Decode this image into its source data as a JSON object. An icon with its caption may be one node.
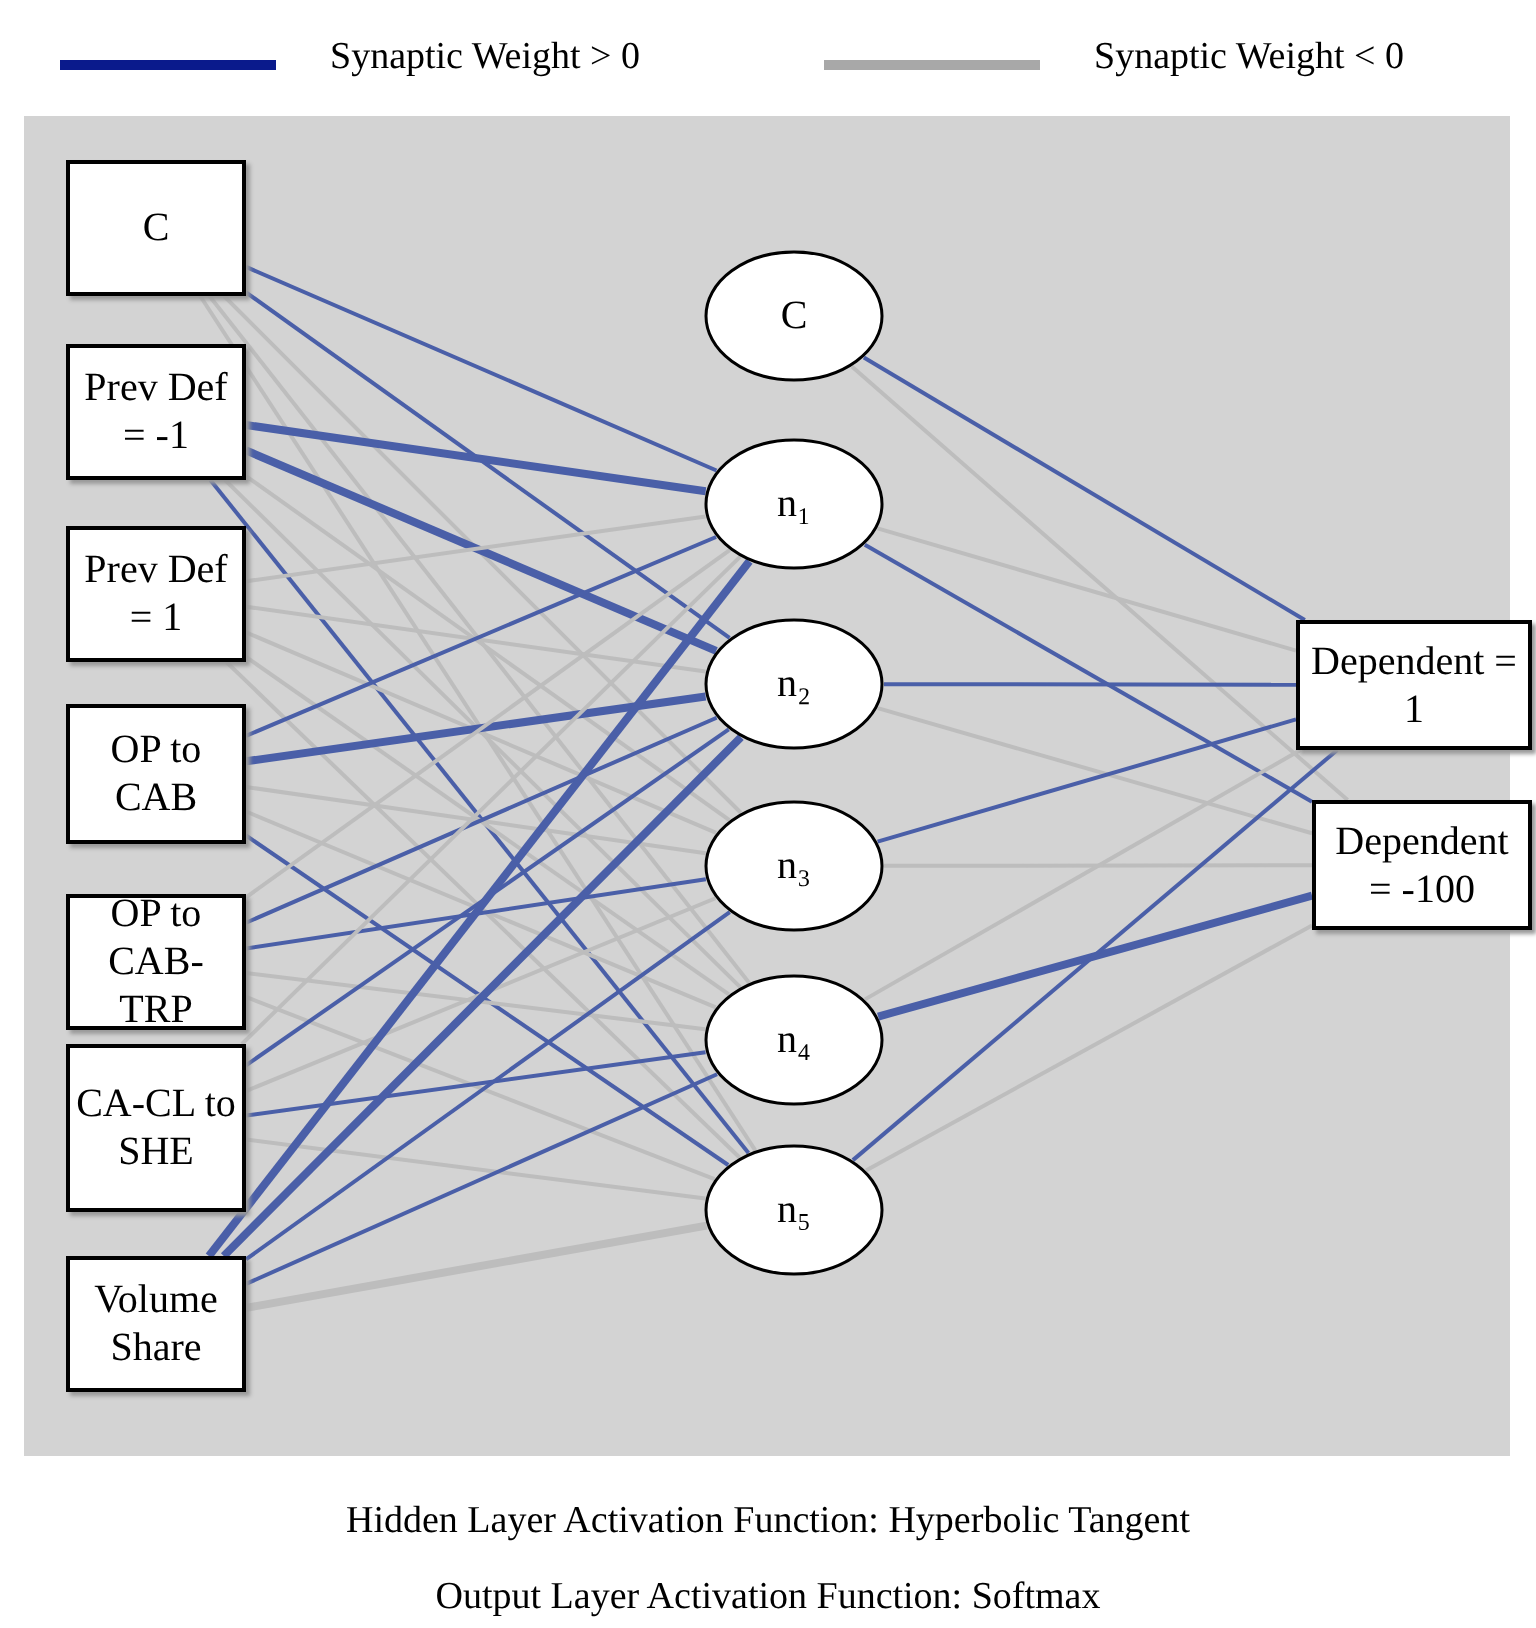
{
  "diagram": {
    "nodes": [
      {
        "text": [
          "C"
        ]
      },
      {
        "text": [
          "Prev Def = -1"
        ]
      },
      {
        "text": [
          "Prev Def = 1"
        ]
      },
      {
        "text": [
          "OP to CAB"
        ]
      },
      {
        "text": [
          "OP to CAB-TRP"
        ]
      },
      {
        "text": [
          "CA-CL to SHE"
        ]
      },
      {
        "text": [
          "Volume Share"
        ]
      },
      {
        "text": [
          "C"
        ]
      },
      {
        "text": [
          "n₁"
        ]
      },
      {
        "text": [
          "n₂"
        ]
      },
      {
        "text": [
          "n₃"
        ]
      },
      {
        "text": [
          "n₄"
        ]
      },
      {
        "text": [
          "n₅"
        ]
      },
      {
        "text": [
          "Dependent = 1"
        ]
      },
      {
        "text": [
          "Dependent = -100"
        ]
      }
    ],
    "edges": [
      {
        "from": 0,
        "to": 8,
        "arrow": "none",
        "color": "#4a5fa8"
      },
      {
        "from": 0,
        "to": 9,
        "arrow": "none",
        "color": "#4a5fa8"
      },
      {
        "from": 0,
        "to": 10,
        "arrow": "none"
      },
      {
        "from": 0,
        "to": 11,
        "arrow": "none"
      },
      {
        "from": 0,
        "to": 12,
        "arrow": "none"
      },
      {
        "from": 1,
        "to": 8,
        "arrow": "none",
        "style": "thick",
        "color": "#4a5fa8"
      },
      {
        "from": 1,
        "to": 9,
        "arrow": "none",
        "style": "thick",
        "color": "#4a5fa8"
      },
      {
        "from": 1,
        "to": 10,
        "arrow": "none"
      },
      {
        "from": 1,
        "to": 11,
        "arrow": "none"
      },
      {
        "from": 1,
        "to": 12,
        "arrow": "none",
        "color": "#4a5fa8"
      },
      {
        "from": 2,
        "to": 8,
        "arrow": "none"
      },
      {
        "from": 2,
        "to": 9,
        "arrow": "none"
      },
      {
        "from": 2,
        "to": 10,
        "arrow": "none"
      },
      {
        "from": 2,
        "to": 11,
        "arrow": "none"
      },
      {
        "from": 2,
        "to": 12,
        "arrow": "none"
      },
      {
        "from": 3,
        "to": 8,
        "arrow": "none",
        "color": "#4a5fa8"
      },
      {
        "from": 3,
        "to": 9,
        "arrow": "none",
        "style": "thick",
        "color": "#4a5fa8"
      },
      {
        "from": 3,
        "to": 10,
        "arrow": "none"
      },
      {
        "from": 3,
        "to": 11,
        "arrow": "none"
      },
      {
        "from": 3,
        "to": 12,
        "arrow": "none",
        "color": "#4a5fa8"
      },
      {
        "from": 4,
        "to": 8,
        "arrow": "none"
      },
      {
        "from": 4,
        "to": 9,
        "arrow": "none",
        "color": "#4a5fa8"
      },
      {
        "from": 4,
        "to": 10,
        "arrow": "none",
        "color": "#4a5fa8"
      },
      {
        "from": 4,
        "to": 11,
        "arrow": "none"
      },
      {
        "from": 4,
        "to": 12,
        "arrow": "none"
      },
      {
        "from": 5,
        "to": 8,
        "arrow": "none"
      },
      {
        "from": 5,
        "to": 9,
        "arrow": "none",
        "color": "#4a5fa8"
      },
      {
        "from": 5,
        "to": 10,
        "arrow": "none"
      },
      {
        "from": 5,
        "to": 11,
        "arrow": "none",
        "color": "#4a5fa8"
      },
      {
        "from": 5,
        "to": 12,
        "arrow": "none"
      },
      {
        "from": 6,
        "to": 8,
        "arrow": "none",
        "style": "thick",
        "color": "#4a5fa8"
      },
      {
        "from": 6,
        "to": 9,
        "arrow": "none",
        "style": "thick",
        "color": "#4a5fa8"
      },
      {
        "from": 6,
        "to": 10,
        "arrow": "none",
        "color": "#4a5fa8"
      },
      {
        "from": 6,
        "to": 11,
        "arrow": "none",
        "color": "#4a5fa8"
      },
      {
        "from": 6,
        "to": 12,
        "arrow": "none",
        "style": "thick"
      },
      {
        "from": 7,
        "to": 13,
        "arrow": "none",
        "color": "#4a5fa8"
      },
      {
        "from": 7,
        "to": 14,
        "arrow": "none"
      },
      {
        "from": 8,
        "to": 13,
        "arrow": "none"
      },
      {
        "from": 8,
        "to": 14,
        "arrow": "none",
        "color": "#4a5fa8"
      },
      {
        "from": 9,
        "to": 13,
        "arrow": "none",
        "color": "#4a5fa8"
      },
      {
        "from": 9,
        "to": 14,
        "arrow": "none"
      },
      {
        "from": 10,
        "to": 13,
        "arrow": "none",
        "color": "#4a5fa8"
      },
      {
        "from": 10,
        "to": 14,
        "arrow": "none"
      },
      {
        "from": 11,
        "to": 13,
        "arrow": "none"
      },
      {
        "from": 11,
        "to": 14,
        "arrow": "none",
        "style": "thick",
        "color": "#4a5fa8"
      },
      {
        "from": 12,
        "to": 13,
        "arrow": "none",
        "color": "#4a5fa8"
      },
      {
        "from": 12,
        "to": 14,
        "arrow": "none"
      }
    ],
    "labels": [
      "Hidden Layer Activation Function: Hyperbolic Tangent",
      "Output Layer Activation Function: Softmax"
    ],
    "legend": [
      {
        "text": "Synaptic Weight > 0"
      },
      {
        "text": "Synaptic Weight < 0"
      }
    ]
  }
}
